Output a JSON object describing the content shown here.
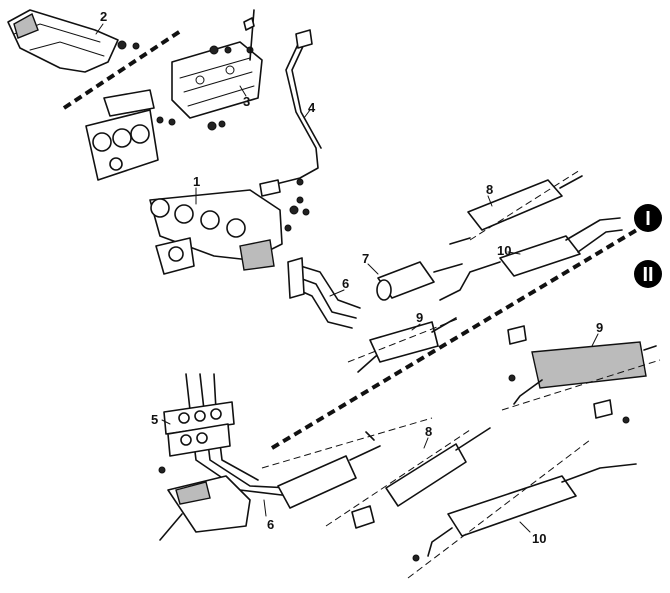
{
  "callouts": {
    "c1": "1",
    "c2": "2",
    "c3": "3",
    "c4": "4",
    "c5": "5",
    "c6a": "6",
    "c6b": "6",
    "c7": "7",
    "c8a": "8",
    "c8b": "8",
    "c9a": "9",
    "c9b": "9",
    "c10a": "10",
    "c10b": "10"
  },
  "variants": {
    "one": "I",
    "two": "II"
  }
}
